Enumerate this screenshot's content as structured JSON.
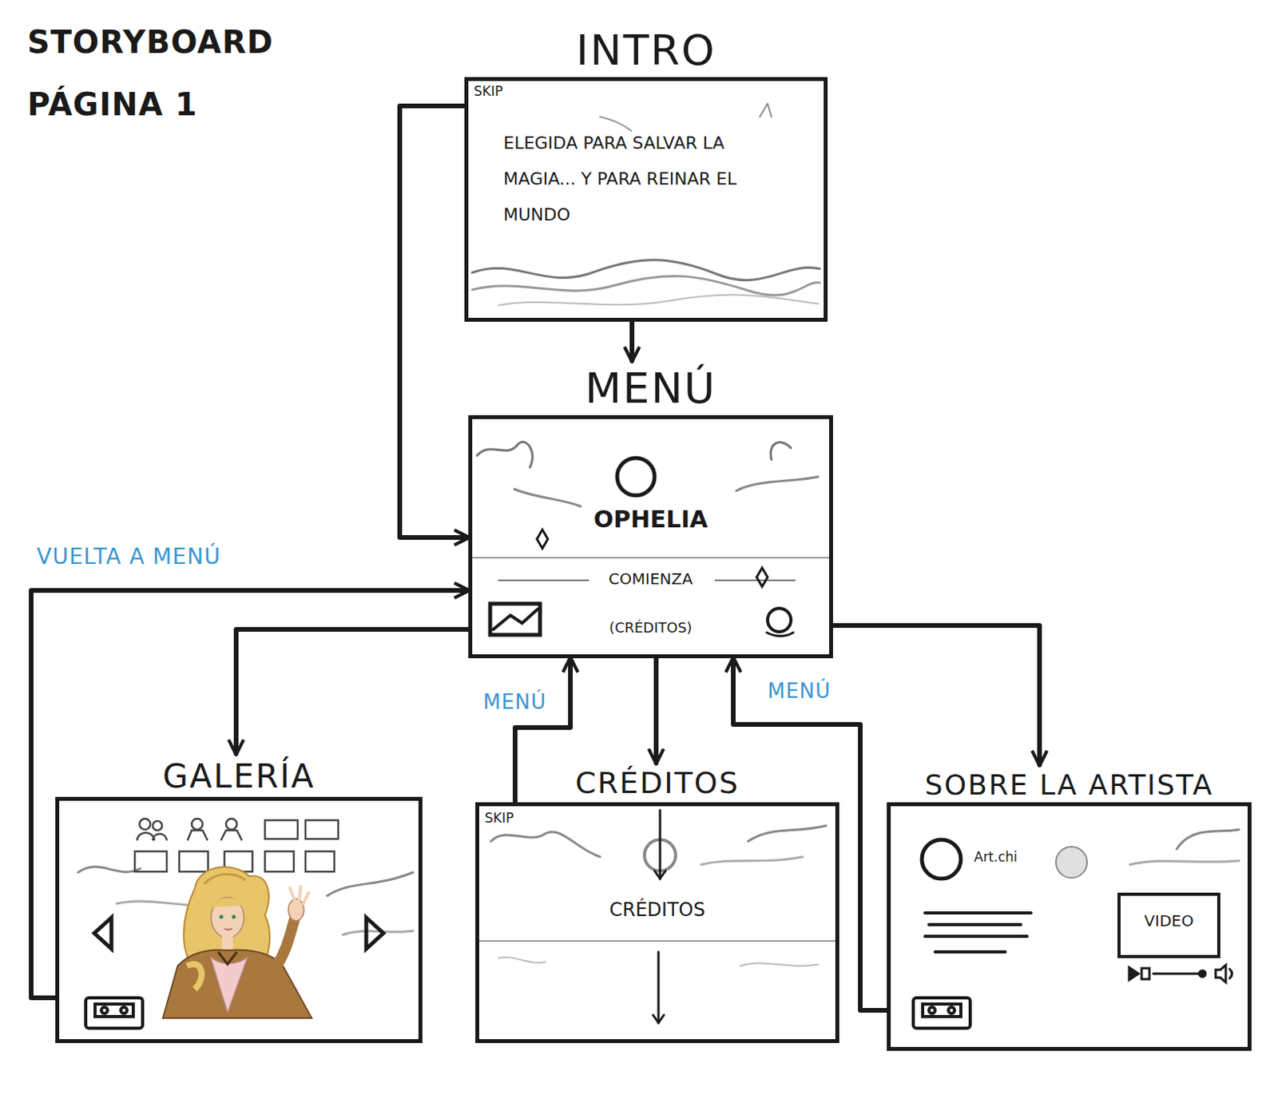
{
  "diagram": {
    "title": "STORYBOARD PÁGINA 1",
    "nodes": [
      {
        "text": [
          "INTRO",
          "SKIP",
          "ELEGIDA PARA SALVAR LA MAGIA... Y PARA REINAR EL MUNDO"
        ]
      },
      {
        "text": [
          "MENÚ",
          "OPHELIA",
          "COMIENZA",
          "(CRÉDITOS)"
        ]
      },
      {
        "text": [
          "GALERÍA"
        ]
      },
      {
        "text": [
          "CRÉDITOS",
          "SKIP",
          "CRÉDITOS"
        ]
      },
      {
        "text": [
          "SOBRE LA ARTISTA",
          "Art.chi"
        ]
      },
      {
        "text": [
          "VIDEO"
        ],
        "in": 4
      }
    ],
    "edges": [
      {
        "from": 0,
        "to": 1,
        "arrow": "to"
      },
      {
        "from": 0,
        "to": 1,
        "arrow": "to"
      },
      {
        "from": 1,
        "to": 2,
        "arrow": "to"
      },
      {
        "from": 2,
        "to": 1,
        "arrow": "to",
        "label": "VUELTA A MENÚ"
      },
      {
        "from": 1,
        "to": 3,
        "arrow": "to"
      },
      {
        "from": 3,
        "to": 1,
        "arrow": "to",
        "label": "MENÚ"
      },
      {
        "from": 4,
        "to": 1,
        "arrow": "to",
        "label": "MENÚ"
      },
      {
        "from": 1,
        "to": 4,
        "arrow": "to"
      }
    ]
  }
}
